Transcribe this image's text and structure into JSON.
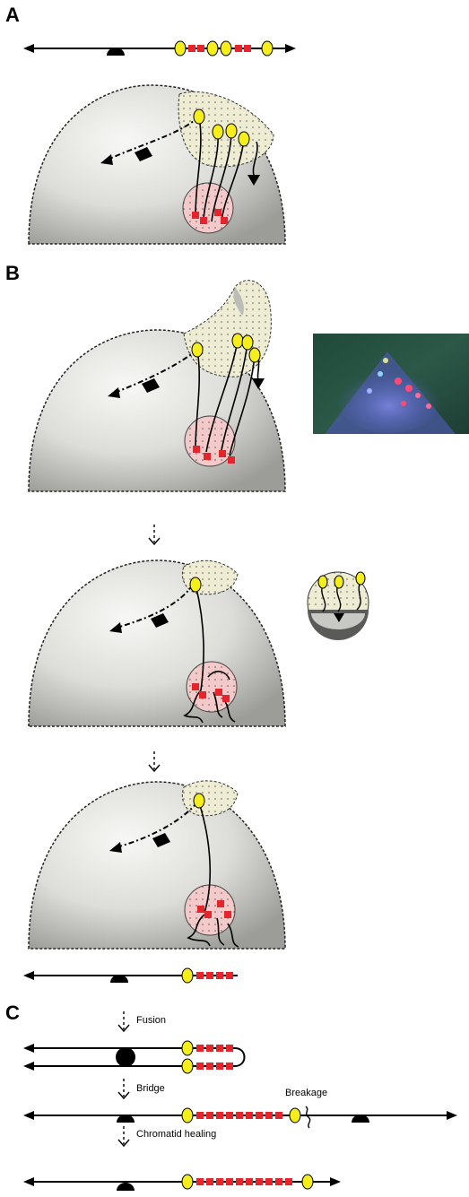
{
  "panels": {
    "a": {
      "label": "A"
    },
    "b": {
      "label": "B"
    },
    "c": {
      "label": "C"
    }
  },
  "steps": {
    "fusion": "Fusion",
    "bridge": "Bridge",
    "breakage": "Breakage",
    "healing": "Chromatid healing"
  },
  "colors": {
    "telomere": "#f5ee1a",
    "repeat": "#e5242b",
    "centromere": "#000000",
    "nucleus_fill": "#f3c9c9",
    "bleb_fill": "#eeecd2",
    "dome_edge": "#222222"
  },
  "icons": {
    "centromere": "half-disc-icon",
    "telomere": "yellow-oval-icon",
    "repeat": "red-square-icon",
    "arrow": "arrowhead-icon"
  }
}
